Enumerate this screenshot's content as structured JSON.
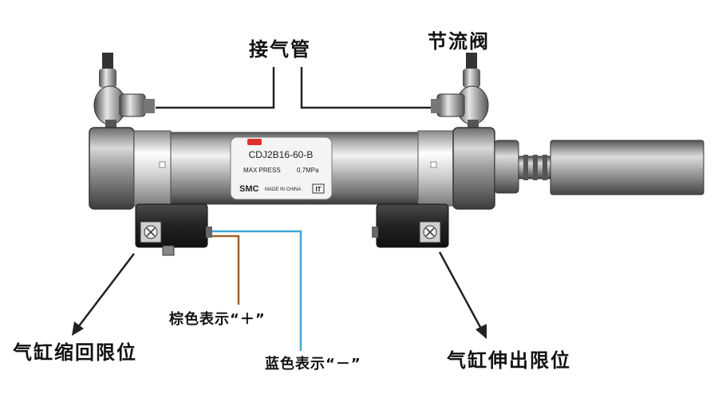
{
  "labels": {
    "air_pipe": "接气管",
    "throttle_valve": "节流阀",
    "brown_wire": "棕色表示“＋”",
    "blue_wire": "蓝色表示“－”",
    "retract_limit": "气缸缩回限位",
    "extend_limit": "气缸伸出限位"
  },
  "nameplate": {
    "model": "CDJ2B16-60-B",
    "max_press": "MAX  PRESS",
    "press_value": "0.7MPa",
    "brand": "SMC",
    "made_in": "MADE IN CHINA",
    "badge": "IT"
  },
  "colors": {
    "brown_wire": "#a0622a",
    "blue_wire": "#3fa7d6",
    "leader_line": "#222222",
    "plate_marker": "#e03030"
  }
}
